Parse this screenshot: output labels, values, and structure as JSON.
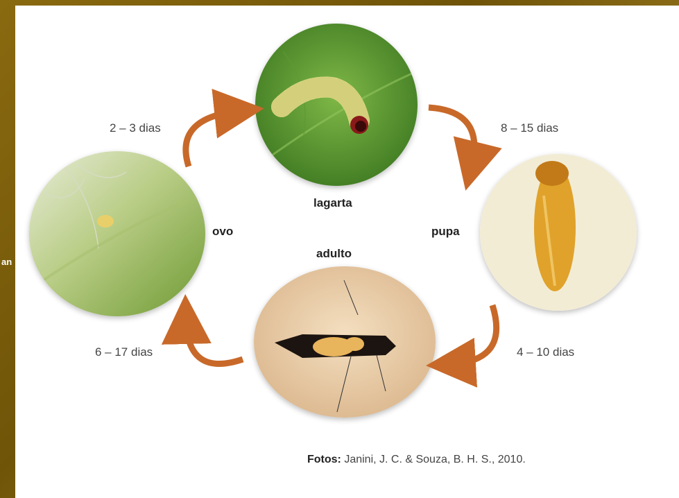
{
  "side_text": "an",
  "stages": {
    "lagarta": "lagarta",
    "pupa": "pupa",
    "adulto": "adulto",
    "ovo": "ovo"
  },
  "durations": {
    "ovo_to_lagarta": "2 – 3 dias",
    "lagarta_to_pupa": "8 – 15 dias",
    "pupa_to_adulto": "4 – 10 dias",
    "adulto_to_ovo": "6 – 17 dias"
  },
  "credit": {
    "label": "Fotos:",
    "text": " Janini, J. C. & Souza, B. H. S., 2010."
  },
  "colors": {
    "arrow": "#c8692a",
    "background": "#7a5c0c"
  },
  "icons": {
    "egg": "egg-photo",
    "larva": "caterpillar-photo",
    "pupa": "pupa-photo",
    "adult": "moth-photo"
  }
}
